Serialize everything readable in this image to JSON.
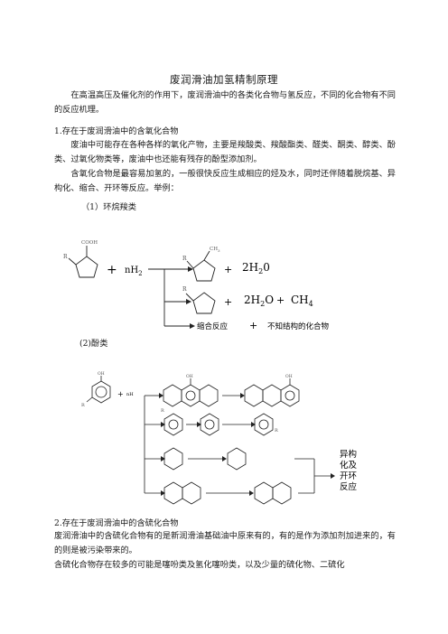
{
  "title": "废润滑油加氢精制原理",
  "intro": "在高温高压及催化剂的作用下，废润滑油中的各类化合物与氢反应，不同的化合物有不同的反应机理。",
  "section1": {
    "heading": "1.存在于废润滑油中的含氧化合物",
    "para1": "废油中可能存在各种各样的氧化产物，主要是羧酸类、羧酸酯类、醛类、酮类、醇类、酚类、过氧化物类等，废油中也还能有残存的酚型添加剂。",
    "para2": "含氧化合物是最容易加氢的，一般很快反应生成相应的烃及水，同时还伴随着脱烷基、异构化、缩合、开环等反应。举例：",
    "sub1": "（1）环烷羧类",
    "sub2": "(2)酚类"
  },
  "scheme1": {
    "cooh": "COOH",
    "r": "R",
    "plus": "+",
    "nh2": "nH",
    "nh2_sub": "2",
    "ch3": "CH",
    "ch3_sub": "3",
    "prod1": "2H",
    "prod1_sub": "2",
    "prod1_tail": "0",
    "prod2": "2H",
    "prod2_sub": "2",
    "prod2_tail": "O",
    "ch4": "CH",
    "ch4_sub": "4",
    "condense": "缩合反应",
    "unknown": "不知结构的化合物"
  },
  "scheme2": {
    "oh": "OH",
    "r": "R",
    "plus": "+",
    "h2": "nH",
    "iso": [
      "异构",
      "化及",
      "开环",
      "反应"
    ]
  },
  "section2": {
    "heading": "2.存在于废润滑油中的含硫化合物",
    "para1": "废润滑油中的含硫化合物有的是新润滑油基础油中原来有的，有的是作为添加剂加进来的，有的则是被污染带来的。",
    "para2": "含硫化合物存在较多的可能是噻吩类及氢化噻吩类，以及少量的硫化物、二硫化"
  }
}
